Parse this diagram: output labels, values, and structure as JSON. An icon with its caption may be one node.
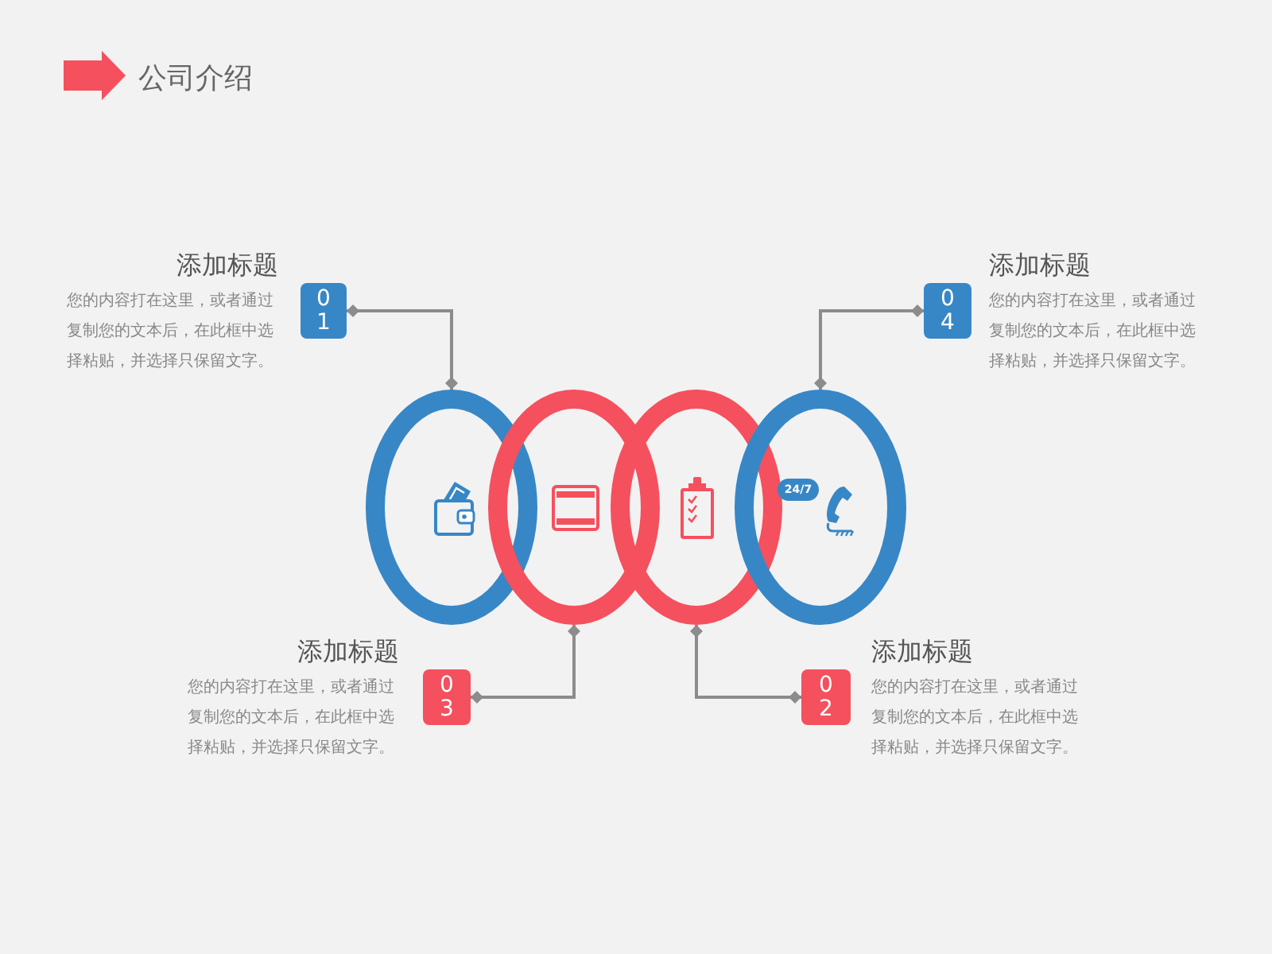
{
  "diagram": {
    "title": "公司介绍",
    "nodes": [
      {
        "text": [
          "01"
        ],
        "beside": [
          "添加标题",
          "您的内容打在这里，或者通过复制您的文本后，在此框中选择粘贴，并选择只保留文字。"
        ]
      },
      {
        "text": [
          "04"
        ],
        "beside": [
          "添加标题",
          "您的内容打在这里，或者通过复制您的文本后，在此框中选择粘贴，并选择只保留文字。"
        ]
      },
      {
        "text": [],
        "shape": "circle"
      },
      {
        "text": [],
        "shape": "circle"
      },
      {
        "text": [],
        "shape": "circle"
      },
      {
        "text": [],
        "shape": "circle"
      },
      {
        "text": [
          "03"
        ],
        "beside": [
          "添加标题",
          "您的内容打在这里，或者通过复制您的文本后，在此框中选择粘贴，并选择只保留文字。"
        ]
      },
      {
        "text": [
          "02"
        ],
        "beside": [
          "添加标题",
          "您的内容打在这里，或者通过复制您的文本后，在此框中选择粘贴，并选择只保留文字。"
        ]
      }
    ],
    "edges": [
      {
        "from": 2,
        "to": 0,
        "arrow": "other"
      },
      {
        "from": 5,
        "to": 1,
        "arrow": "other"
      },
      {
        "from": 3,
        "to": 6,
        "arrow": "other"
      },
      {
        "from": 4,
        "to": 7,
        "arrow": "other"
      }
    ],
    "labels": [
      "24/7"
    ]
  }
}
